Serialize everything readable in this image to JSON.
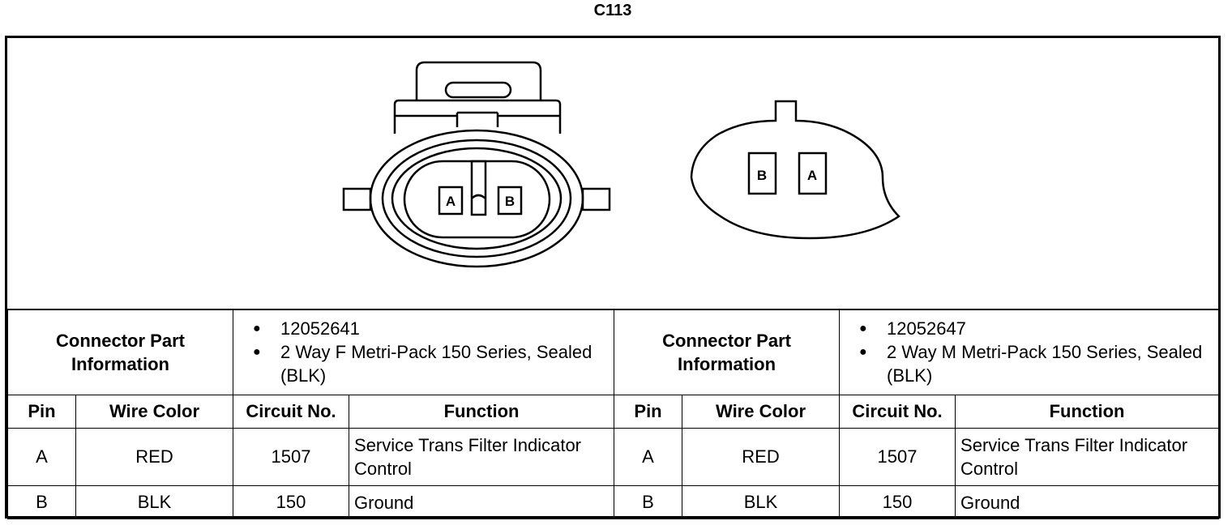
{
  "title": "C113",
  "connectors": [
    {
      "view_pins": [
        "A",
        "B"
      ],
      "part_info_label": "Connector Part Information",
      "part_info": [
        "12052641",
        "2 Way F Metri-Pack 150 Series, Sealed (BLK)"
      ]
    },
    {
      "view_pins": [
        "B",
        "A"
      ],
      "part_info_label": "Connector Part Information",
      "part_info": [
        "12052647",
        "2 Way M Metri-Pack 150 Series, Sealed (BLK)"
      ]
    }
  ],
  "table_headers": [
    "Pin",
    "Wire Color",
    "Circuit No.",
    "Function"
  ],
  "left_rows": [
    {
      "pin": "A",
      "wire_color": "RED",
      "circuit": "1507",
      "function": "Service Trans Filter Indicator Control"
    },
    {
      "pin": "B",
      "wire_color": "BLK",
      "circuit": "150",
      "function": "Ground"
    }
  ],
  "right_rows": [
    {
      "pin": "A",
      "wire_color": "RED",
      "circuit": "1507",
      "function": "Service Trans Filter Indicator Control"
    },
    {
      "pin": "B",
      "wire_color": "BLK",
      "circuit": "150",
      "function": "Ground"
    }
  ]
}
